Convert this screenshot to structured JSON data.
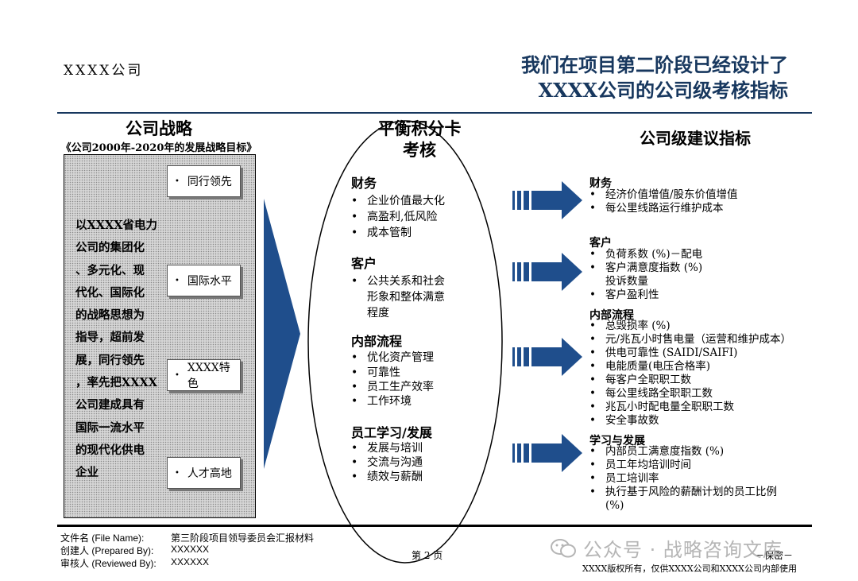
{
  "header": {
    "company": "XXXX公司",
    "title_line1": "我们在项目第二阶段已经设计了",
    "title_line2": "XXXX公司的公司级考核指标"
  },
  "left": {
    "heading": "公司战略",
    "subheading": "《公司2000年-2020年的发展战略目标》",
    "strategy_lines": [
      "以XXXX省电力",
      "公司的集团化",
      "、多元化、现",
      "代化、国际化",
      "的战略思想为",
      "指导，超前发",
      "展，同行领先",
      "，率先把XXXX",
      "公司建成具有",
      "国际一流水平",
      "的现代化供电",
      "企业"
    ],
    "goals": [
      "同行领先",
      "国际水平",
      "XXXX特色",
      "人才高地"
    ]
  },
  "middle": {
    "heading_line1": "平衡积分卡",
    "heading_line2": "考核",
    "sections": [
      {
        "title": "财务",
        "items": [
          "企业价值最大化",
          "高盈利,低风险",
          "成本管制"
        ]
      },
      {
        "title": "客户",
        "items": [
          "公共关系和社会",
          "形象和整体满意",
          "程度"
        ]
      },
      {
        "title": "内部流程",
        "items": [
          "优化资产管理",
          "可靠性",
          "员工生产效率",
          "工作环境"
        ]
      },
      {
        "title": "员工学习/发展",
        "items": [
          "发展与培训",
          "交流与沟通",
          "绩效与薪酬"
        ]
      }
    ]
  },
  "right": {
    "heading": "公司级建议指标",
    "sections": [
      {
        "title": "财务",
        "items": [
          "经济价值增值/股东价值增值",
          "每公里线路运行维护成本"
        ]
      },
      {
        "title": "客户",
        "items": [
          "负荷系数 (%)－配电",
          "客户满意度指数 (%)",
          "投诉数量",
          "客户盈利性"
        ]
      },
      {
        "title": "内部流程",
        "items": [
          "总毁损率 (%)",
          "元/兆瓦小时售电量（运营和维护成本）",
          "供电可靠性 (SAIDI/SAIFI)",
          "电能质量(电压合格率)",
          "每客户全职职工数",
          "每公里线路全职职工数",
          "兆瓦小时配电量全职职工数",
          "安全事故数"
        ]
      },
      {
        "title": "学习与发展",
        "items": [
          "内部员工满意度指数 (%)",
          "员工年均培训时间",
          "员工培训率",
          "执行基于风险的薪酬计划的员工比例",
          "(%)"
        ]
      }
    ]
  },
  "footer": {
    "file_label": "文件名 (File Name):",
    "file_value": "第三阶段项目领导委员会汇报材料",
    "prepared_label": "创建人 (Prepared By):",
    "prepared_value": "XXXXXX",
    "reviewed_label": "审核人 (Reviewed By):",
    "reviewed_value": "XXXXXX",
    "page": "第 2 页",
    "confidential": "－保密－",
    "copyright": "XXXX版权所有，仅供XXXX公司和XXXX公司内部使用",
    "watermark": "公众号 · 战略咨询文库"
  },
  "colors": {
    "title": "#17375e",
    "arrow": "#1f4e8c"
  }
}
